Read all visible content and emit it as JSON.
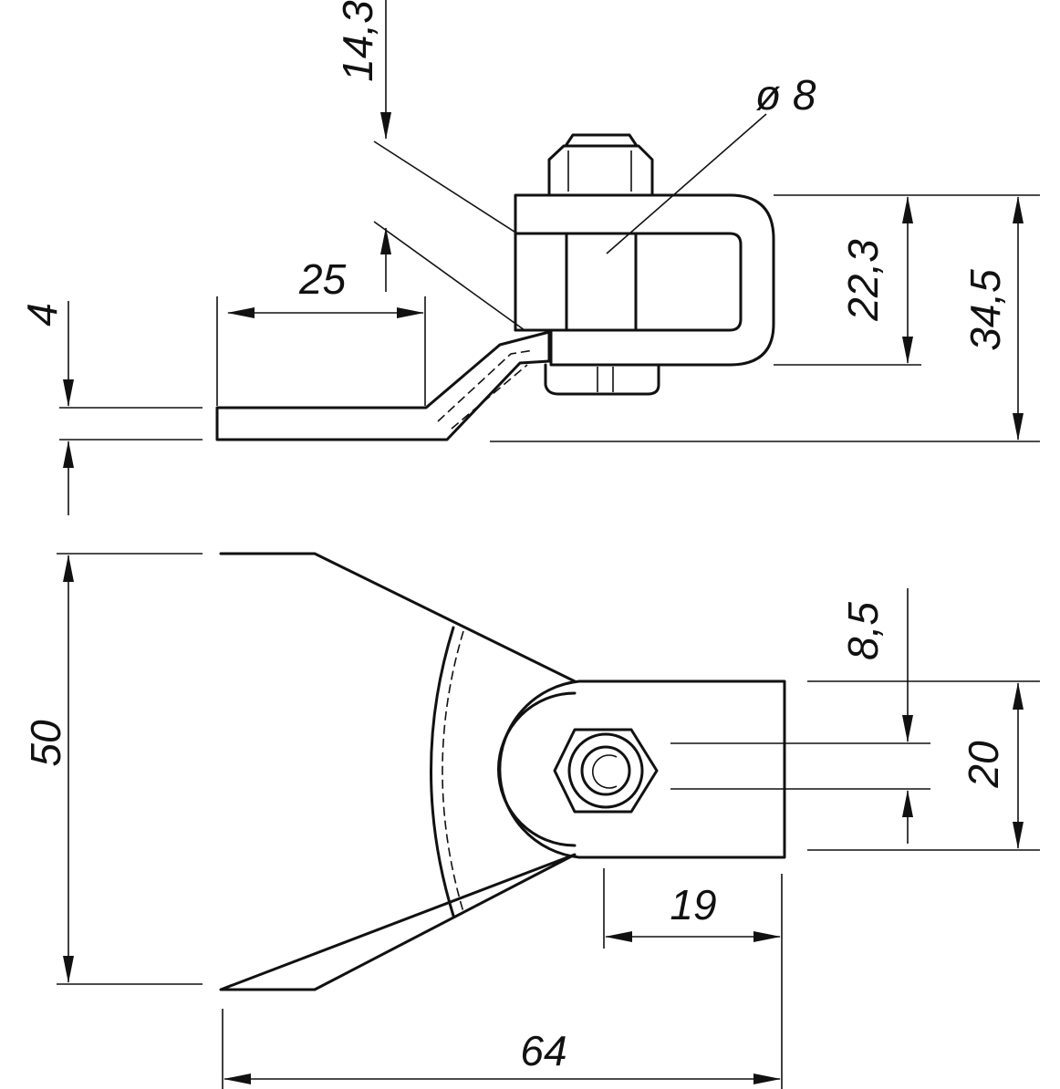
{
  "dimensions": {
    "d14_3": "14,3",
    "d_diam8": "ø 8",
    "d22_3": "22,3",
    "d34_5": "34,5",
    "d25": "25",
    "d4": "4",
    "d50": "50",
    "d8_5": "8,5",
    "d20": "20",
    "d19": "19",
    "d64": "64"
  },
  "colors": {
    "line": "#111111",
    "background": "#ffffff"
  }
}
